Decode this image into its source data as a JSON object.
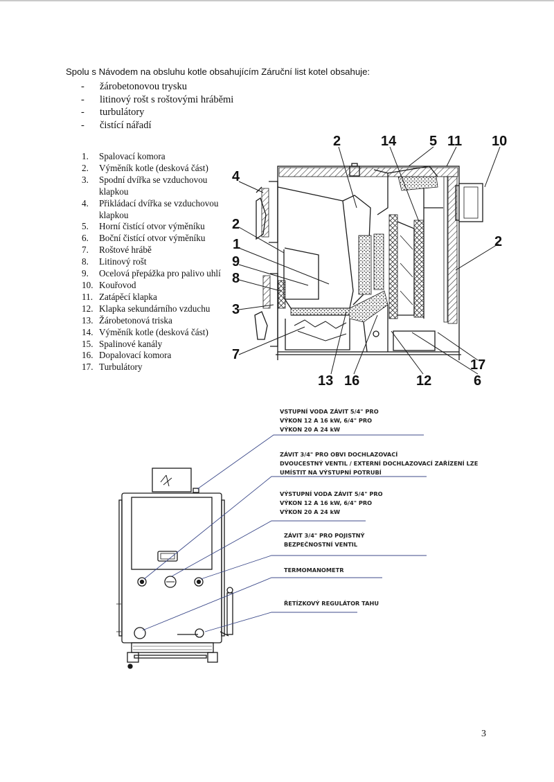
{
  "intro": "Spolu s Návodem na obsluhu kotle obsahujícím Záruční list kotel obsahuje:",
  "accessories": [
    "žárobetonovou trysku",
    "litinový rošt s roštovými hráběmi",
    "turbulátory",
    "čistící nářadí"
  ],
  "parts": [
    {
      "n": "1.",
      "t": "Spalovací komora"
    },
    {
      "n": "2.",
      "t": "Výměník kotle (desková část)"
    },
    {
      "n": "3.",
      "t": "Spodní dvířka se vzduchovou klapkou"
    },
    {
      "n": "4.",
      "t": "Přikládací dvířka se vzduchovou klapkou"
    },
    {
      "n": "5.",
      "t": "Horní čistící otvor výměníku"
    },
    {
      "n": "6.",
      "t": "Boční čistící otvor výměníku"
    },
    {
      "n": "7.",
      "t": "Roštové hrábě"
    },
    {
      "n": "8.",
      "t": "Litinový rošt"
    },
    {
      "n": "9.",
      "t": "Ocelová přepážka pro palivo uhlí"
    },
    {
      "n": "10.",
      "t": "Kouřovod"
    },
    {
      "n": "11.",
      "t": "Zatápěcí klapka"
    },
    {
      "n": "12.",
      "t": "Klapka sekundárního vzduchu"
    },
    {
      "n": "13.",
      "t": "Žárobetonová triska"
    },
    {
      "n": "14.",
      "t": "Výměník kotle (desková část)"
    },
    {
      "n": "15.",
      "t": "Spalinové kanály"
    },
    {
      "n": "16.",
      "t": "Dopalovací komora"
    },
    {
      "n": "17.",
      "t": "Turbulátory"
    }
  ],
  "callouts": {
    "c2a": "2",
    "c14": "14",
    "c5": "5",
    "c11": "11",
    "c10": "10",
    "c4": "4",
    "c2b": "2",
    "c1": "1",
    "c9": "9",
    "c8": "8",
    "c3": "3",
    "c2c": "2",
    "c7": "7",
    "c13": "13",
    "c16": "16",
    "c12": "12",
    "c17": "17",
    "c6": "6"
  },
  "notes": {
    "inlet": [
      "VSTUPNÍ VODA ZÁVIT 5/4\" PRO",
      "VÝKON 12 A 16 kW, 6/4\" PRO",
      "VÝKON 20 A 24 kW"
    ],
    "cooling": [
      "ZÁVIT 3/4\" PRO OBVI DOCHLAZOVACÍ",
      "DVOUCESTNÝ VENTIL / EXTERNÍ DOCHLAZOVACÍ ZAŘÍZENÍ LZE",
      "UMÍSTIT NA VÝSTUPNÍ POTRUBÍ"
    ],
    "outlet": [
      "VÝSTUPNÍ VODA ZÁVIT 5/4\" PRO",
      "VÝKON 12 A 16 kW, 6/4\" PRO",
      "VÝKON 20 A 24 kW"
    ],
    "safety": [
      "ZÁVIT 3/4\" PRO POJISTNÝ",
      "BEZPEČNOSTNÍ VENTIL"
    ],
    "thermo": [
      "TERMOMANOMETR"
    ],
    "chain": [
      "ŘETÍZKOVÝ REGULÁTOR TAHU"
    ]
  },
  "page_number": "3"
}
